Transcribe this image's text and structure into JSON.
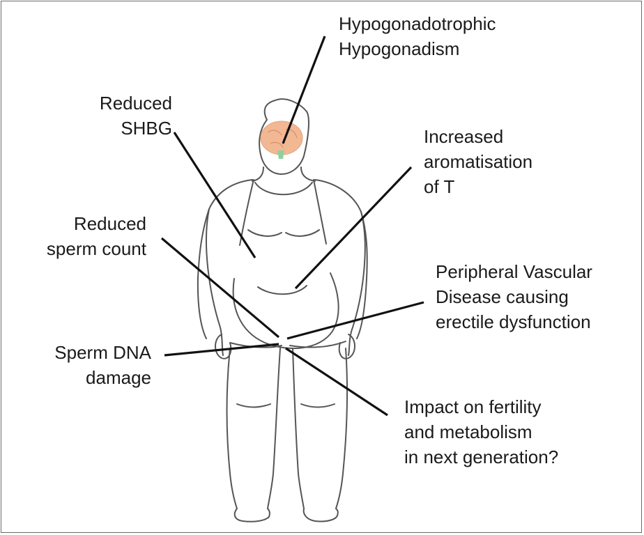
{
  "labels": {
    "hypogonadism": [
      "Hypogonadotrophic",
      "Hypogonadism"
    ],
    "shbg": [
      "Reduced",
      "SHBG"
    ],
    "aromatisation": [
      "Increased",
      "aromatisation",
      "of T"
    ],
    "sperm_count": [
      "Reduced",
      "sperm count"
    ],
    "vascular": [
      "Peripheral Vascular",
      "Disease causing",
      "erectile dysfunction"
    ],
    "dna": [
      "Sperm DNA",
      "damage"
    ],
    "fertility": [
      "Impact on fertility",
      "and metabolism",
      "in next generation?"
    ]
  },
  "icons": {
    "brain": "brain-icon",
    "body": "obese-male-figure"
  },
  "colors": {
    "outline": "#555555",
    "leader": "#111111",
    "brain": "#f2b894",
    "brainstem": "#8fd19e",
    "frame": "#6b6b6b"
  }
}
